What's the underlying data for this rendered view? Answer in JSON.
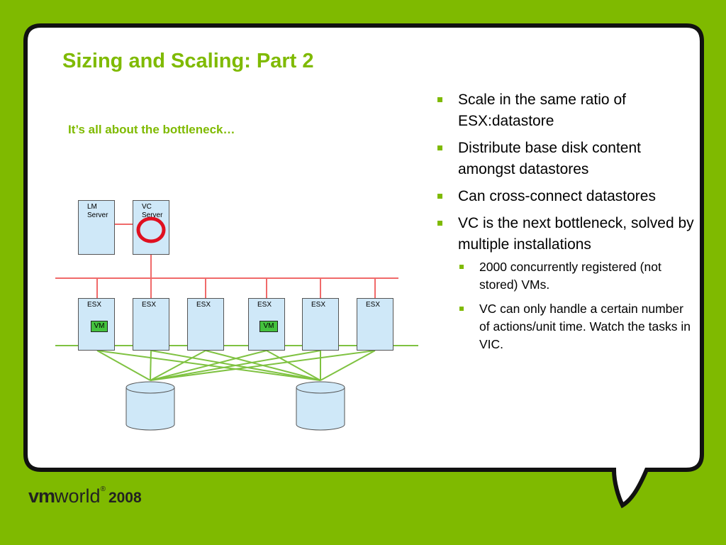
{
  "slide": {
    "title": "Sizing and Scaling:  Part 2",
    "subtitle": "It’s all about the bottleneck…"
  },
  "colors": {
    "background_green": "#7fba00",
    "network_red": "#f06a6a",
    "storage_green": "#7fc241",
    "server_fill": "#cfe8f8",
    "vm_fill": "#44c23e",
    "highlight_ring": "#e01020"
  },
  "diagram": {
    "servers": [
      {
        "label_line1": "LM",
        "label_line2": "Server"
      },
      {
        "label_line1": "VC",
        "label_line2": "Server"
      }
    ],
    "esx_hosts": [
      {
        "label": "ESX",
        "vm": "VM"
      },
      {
        "label": "ESX",
        "vm": ""
      },
      {
        "label": "ESX",
        "vm": ""
      },
      {
        "label": "ESX",
        "vm": "VM"
      },
      {
        "label": "ESX",
        "vm": ""
      },
      {
        "label": "ESX",
        "vm": ""
      }
    ],
    "datastore_count": 2
  },
  "bullets": [
    {
      "level": 1,
      "text": "Scale in the same ratio of ESX:datastore"
    },
    {
      "level": 1,
      "text": "Distribute base disk content amongst datastores"
    },
    {
      "level": 1,
      "text": "Can cross-connect datastores"
    },
    {
      "level": 1,
      "text": "VC is the next bottleneck, solved by multiple installations"
    },
    {
      "level": 2,
      "text": "2000 concurrently registered (not stored) VMs."
    },
    {
      "level": 2,
      "text": "VC can only handle a certain number of actions/unit time. Watch the tasks in VIC."
    }
  ],
  "logo": {
    "vm": "vm",
    "world": "world",
    "reg": "®",
    "year": "2008"
  }
}
